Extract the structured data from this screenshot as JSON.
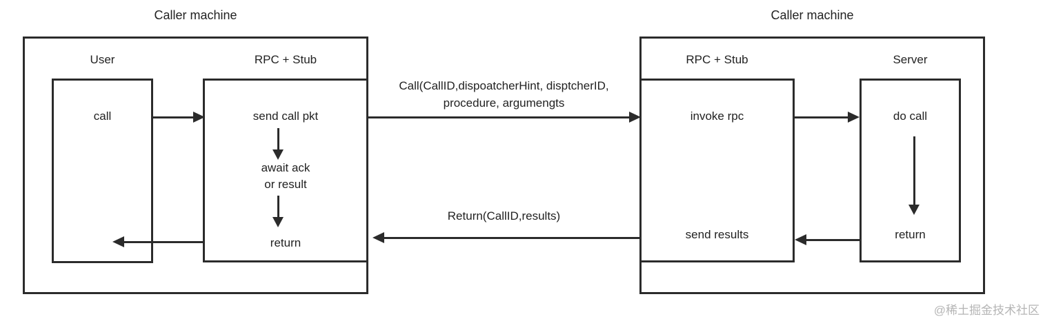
{
  "left_machine": {
    "title": "Caller machine",
    "user_column_label": "User",
    "rpc_column_label": "RPC + Stub",
    "user_step": "call",
    "rpc_step_1": "send call pkt",
    "rpc_step_2_line_1": "await ack",
    "rpc_step_2_line_2": "or result",
    "rpc_step_3": "return"
  },
  "right_machine": {
    "title": "Caller machine",
    "rpc_column_label": "RPC + Stub",
    "server_column_label": "Server",
    "rpc_step_1": "invoke rpc",
    "rpc_step_2": "send results",
    "server_step_1": "do call",
    "server_step_2": "return"
  },
  "messages": {
    "call_request_line_1": "Call(CallID,dispoatcherHint, disptcherID,",
    "call_request_line_2": "procedure, argumengts",
    "return_response": "Return(CallID,results)"
  },
  "watermark": "@稀土掘金技术社区",
  "colors": {
    "line": "#2b2b2b",
    "text": "#222222",
    "watermark": "#b5b5b5",
    "background": "#ffffff"
  }
}
